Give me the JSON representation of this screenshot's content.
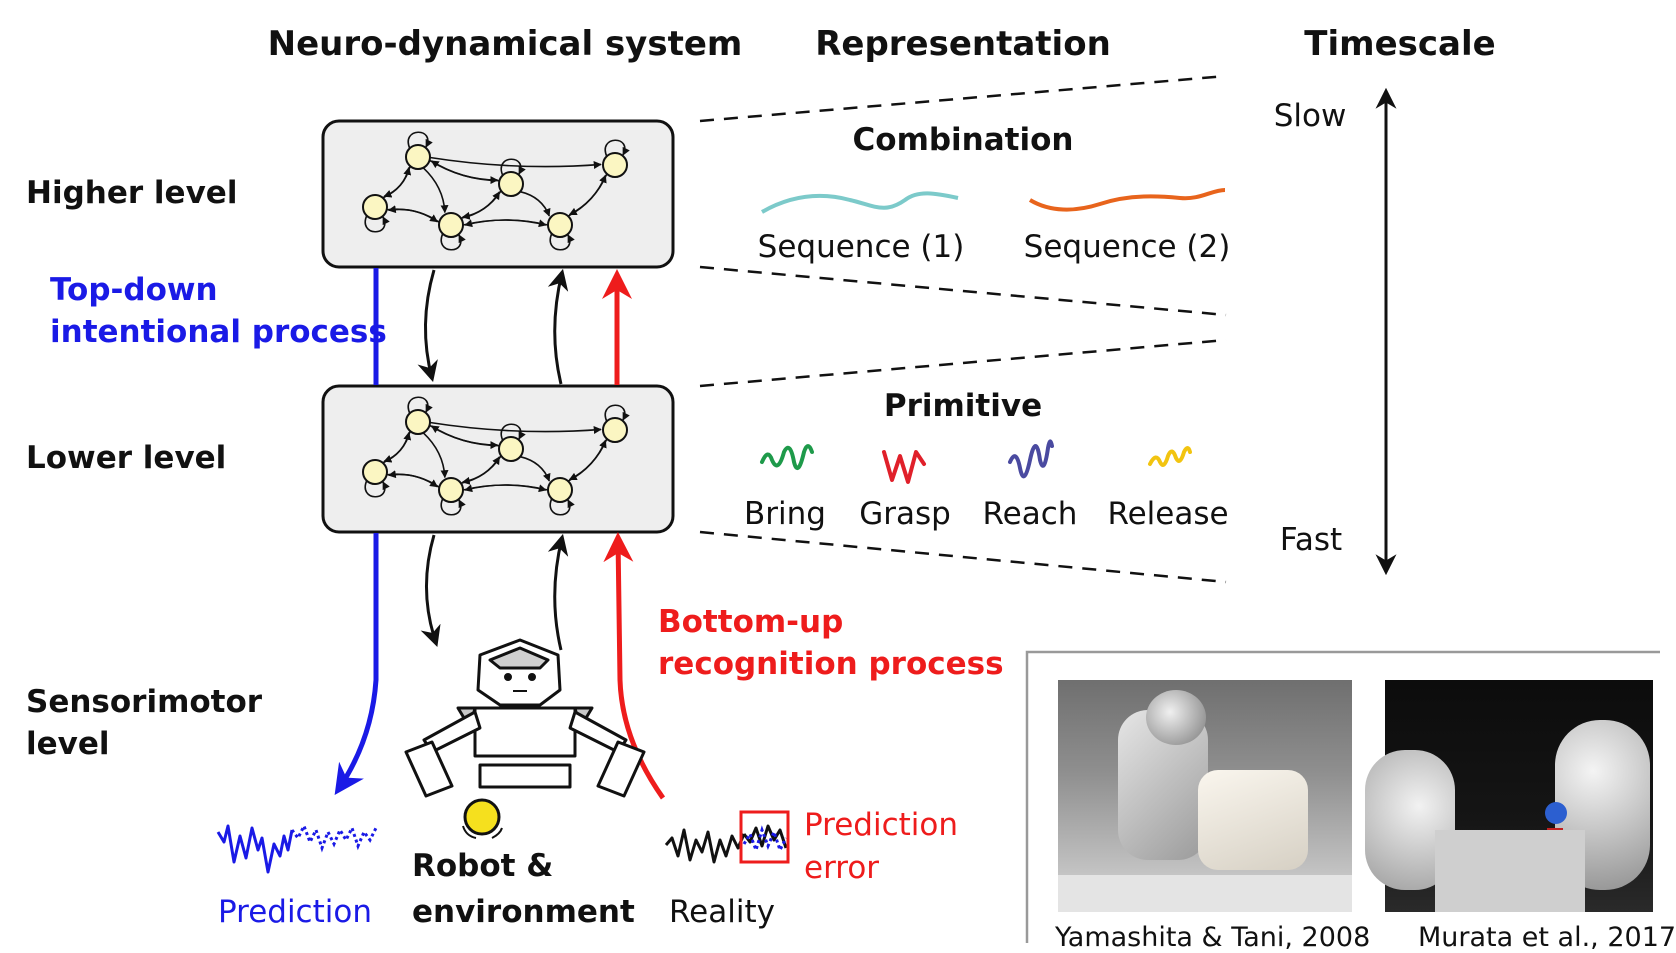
{
  "headers": {
    "system": "Neuro-dynamical system",
    "representation": "Representation",
    "timescale": "Timescale"
  },
  "levels": {
    "higher": "Higher level",
    "lower": "Lower level",
    "sensorimotor_line1": "Sensorimotor",
    "sensorimotor_line2": "level"
  },
  "processes": {
    "topdown_line1": "Top-down",
    "topdown_line2": "intentional process",
    "bottomup_line1": "Bottom-up",
    "bottomup_line2": "recognition process"
  },
  "representation": {
    "combination_title": "Combination",
    "sequences": [
      {
        "label": "Sequence (1)",
        "color": "#7ccaca"
      },
      {
        "label": "Sequence (2)",
        "color": "#e8641c"
      }
    ],
    "primitive_title": "Primitive",
    "primitives": [
      {
        "label": "Bring",
        "color": "#1e9a4a"
      },
      {
        "label": "Grasp",
        "color": "#e0202a"
      },
      {
        "label": "Reach",
        "color": "#4a4aa0"
      },
      {
        "label": "Release",
        "color": "#f2c410"
      }
    ]
  },
  "timescale": {
    "slow": "Slow",
    "fast": "Fast"
  },
  "bottom": {
    "prediction": "Prediction",
    "robot_line1": "Robot &",
    "robot_line2": "environment",
    "reality": "Reality",
    "error_line1": "Prediction",
    "error_line2": "error"
  },
  "photos": [
    {
      "caption": "Yamashita & Tani, 2008"
    },
    {
      "caption": "Murata et al., 2017"
    }
  ],
  "colors": {
    "topdown": "#1a1ae6",
    "bottomup": "#ee1c1c",
    "node_fill": "#fbf6c2",
    "box_fill": "#eeeeee",
    "ball": "#f5e01e"
  }
}
